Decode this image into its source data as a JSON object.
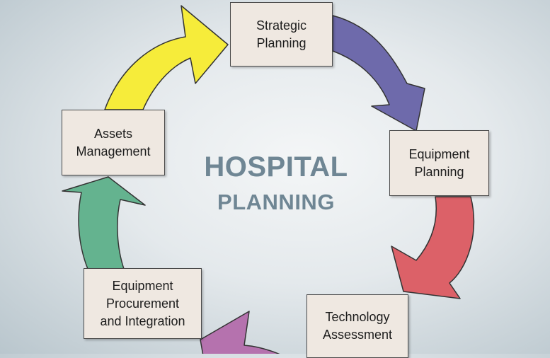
{
  "title": {
    "main": "HOSPITAL",
    "sub": "PLANNING"
  },
  "stages": [
    {
      "label": "Strategic\nPlanning",
      "arrow_color": "#6e6aab"
    },
    {
      "label": "Equipment\nPlanning",
      "arrow_color": "#dc6168"
    },
    {
      "label": "Technology\nAssessment",
      "arrow_color": "#b572ae"
    },
    {
      "label": "Equipment\nProcurement\nand Integration",
      "arrow_color": "#64b38f"
    },
    {
      "label": "Assets\nManagement",
      "arrow_color": "#f6ec3a"
    }
  ]
}
